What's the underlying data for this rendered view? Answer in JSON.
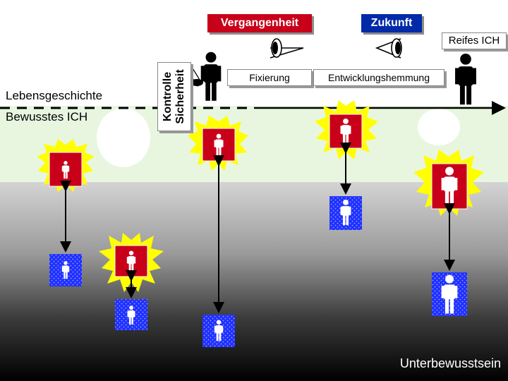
{
  "labels": {
    "vergangenheit": "Vergangenheit",
    "zukunft": "Zukunft",
    "reifes_ich": "Reifes ICH",
    "fixierung": "Fixierung",
    "entwicklungshemmung": "Entwicklungshemmung",
    "lebensgeschichte": "Lebensgeschichte",
    "bewusstes_ich": "Bewusstes ICH",
    "kontrolle": "Kontrolle",
    "sicherheit": "Sicherheit",
    "unterbewusstsein": "Unterbewusstsein"
  },
  "colors": {
    "red": "#c8001a",
    "blue": "#002aa8",
    "burst_yellow": "#ffff00",
    "lower_blue_box": "#2030ff",
    "timeline": "#000000"
  },
  "icons": [
    "eye-icon",
    "person-icon",
    "burst-icon",
    "arrow-double-icon"
  ]
}
